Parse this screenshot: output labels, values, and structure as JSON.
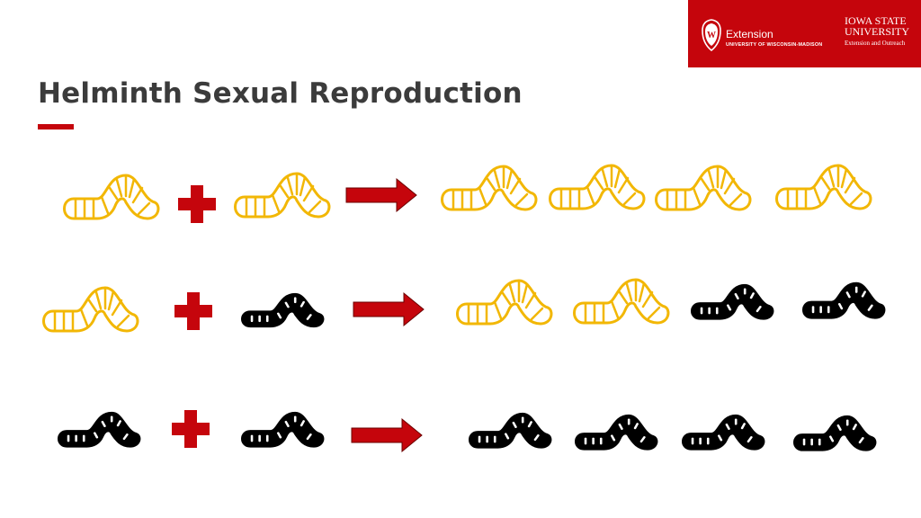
{
  "title": "Helminth Sexual Reproduction",
  "logos": {
    "uw_name": "Extension",
    "uw_sub": "UNIVERSITY OF WISCONSIN-MADISON",
    "isu_name_line1": "IOWA STATE",
    "isu_name_line2": "UNIVERSITY",
    "isu_sub": "Extension and Outreach"
  },
  "colors": {
    "accent_red": "#c5050c",
    "worm_gold": "#f2b705",
    "worm_black": "#000000",
    "title_gray": "#3b3b3b"
  },
  "crosses": [
    {
      "parents": [
        "gold-worm",
        "gold-worm"
      ],
      "offspring": [
        "gold-worm",
        "gold-worm",
        "gold-worm",
        "gold-worm"
      ]
    },
    {
      "parents": [
        "gold-worm",
        "black-worm"
      ],
      "offspring": [
        "gold-worm",
        "gold-worm",
        "black-worm",
        "black-worm"
      ]
    },
    {
      "parents": [
        "black-worm",
        "black-worm"
      ],
      "offspring": [
        "black-worm",
        "black-worm",
        "black-worm",
        "black-worm"
      ]
    }
  ],
  "icons": {
    "plus": "plus-icon",
    "arrow": "arrow-right-icon"
  }
}
